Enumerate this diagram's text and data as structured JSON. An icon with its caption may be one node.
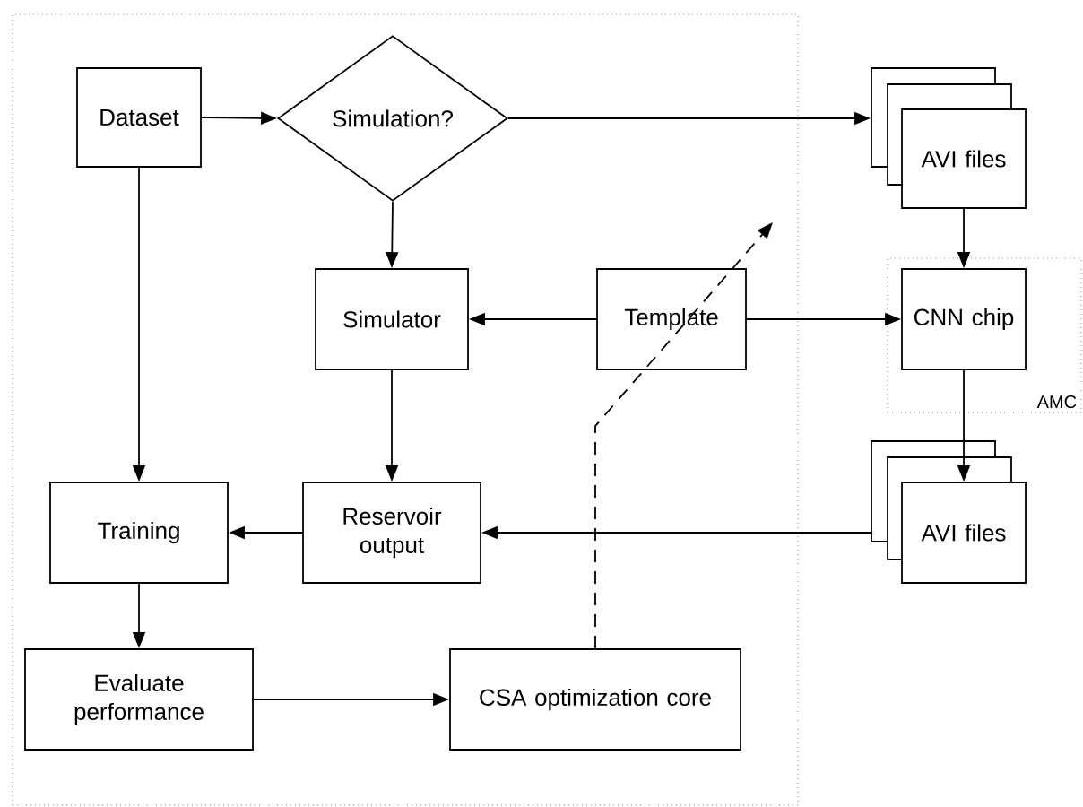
{
  "diagram": {
    "nodes": [
      {
        "text": [],
        "shape": "box"
      },
      {
        "text": [
          "AMC"
        ]
      },
      {
        "text": [
          "Dataset"
        ],
        "in": 0
      },
      {
        "text": [
          "Simulation?"
        ],
        "in": 0
      },
      {
        "text": [
          "AVI files"
        ]
      },
      {
        "text": [
          "Simulator"
        ],
        "in": 0
      },
      {
        "text": [
          "Template"
        ],
        "in": 0
      },
      {
        "text": [
          "CNN chip"
        ],
        "in": 1
      },
      {
        "text": [
          "Training"
        ],
        "in": 0
      },
      {
        "text": [
          "Reservoir output"
        ],
        "in": 0
      },
      {
        "text": [
          "AVI files"
        ]
      },
      {
        "text": [
          "Evaluate performance"
        ],
        "in": 0
      },
      {
        "text": [
          "CSA optimization core"
        ],
        "in": 0
      }
    ],
    "edges": [
      {
        "from": 2,
        "to": 3,
        "arrow": "to"
      },
      {
        "from": 3,
        "to": 4,
        "arrow": "to"
      },
      {
        "from": 3,
        "to": 5,
        "arrow": "to"
      },
      {
        "from": 2,
        "to": 8,
        "arrow": "to"
      },
      {
        "from": 4,
        "to": 7,
        "arrow": "to"
      },
      {
        "from": 6,
        "to": 5,
        "arrow": "to"
      },
      {
        "from": 6,
        "to": 7,
        "arrow": "to"
      },
      {
        "from": 7,
        "to": 10,
        "arrow": "to"
      },
      {
        "from": 10,
        "to": 9,
        "arrow": "to"
      },
      {
        "from": 5,
        "to": 9,
        "arrow": "to"
      },
      {
        "from": 9,
        "to": 8,
        "arrow": "to"
      },
      {
        "from": 8,
        "to": 11,
        "arrow": "to"
      },
      {
        "from": 11,
        "to": 12,
        "arrow": "to"
      },
      {
        "from": 12,
        "to": null,
        "arrow": "to",
        "style": "dashed"
      }
    ]
  }
}
